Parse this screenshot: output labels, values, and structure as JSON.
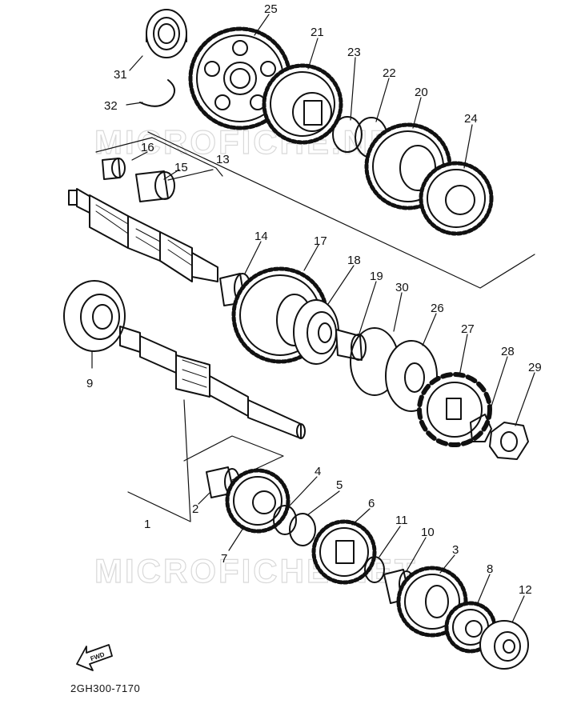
{
  "diagram": {
    "drawing_code": "2GH300-7170",
    "fwd_label": "FWD",
    "watermark": "MICROFICHE.NET",
    "callouts": [
      "1",
      "2",
      "3",
      "4",
      "5",
      "6",
      "7",
      "8",
      "9",
      "10",
      "11",
      "12",
      "13",
      "14",
      "15",
      "16",
      "17",
      "18",
      "19",
      "20",
      "21",
      "22",
      "23",
      "24",
      "25",
      "26",
      "27",
      "28",
      "29",
      "30",
      "31",
      "32"
    ],
    "parts": [
      {
        "key": "1",
        "desc": "main-axle-assembly"
      },
      {
        "key": "2",
        "desc": "bearing-bushing"
      },
      {
        "key": "3",
        "desc": "gear"
      },
      {
        "key": "4",
        "desc": "circlip"
      },
      {
        "key": "5",
        "desc": "washer"
      },
      {
        "key": "6",
        "desc": "gear"
      },
      {
        "key": "7",
        "desc": "gear"
      },
      {
        "key": "8",
        "desc": "gear"
      },
      {
        "key": "9",
        "desc": "bearing"
      },
      {
        "key": "10",
        "desc": "collar"
      },
      {
        "key": "11",
        "desc": "washer"
      },
      {
        "key": "12",
        "desc": "bearing"
      },
      {
        "key": "13",
        "desc": "drive-axle-assembly"
      },
      {
        "key": "14",
        "desc": "collar"
      },
      {
        "key": "15",
        "desc": "bushing"
      },
      {
        "key": "16",
        "desc": "bushing"
      },
      {
        "key": "17",
        "desc": "gear"
      },
      {
        "key": "18",
        "desc": "bearing"
      },
      {
        "key": "19",
        "desc": "collar"
      },
      {
        "key": "20",
        "desc": "gear"
      },
      {
        "key": "21",
        "desc": "gear"
      },
      {
        "key": "22",
        "desc": "washer"
      },
      {
        "key": "23",
        "desc": "circlip"
      },
      {
        "key": "24",
        "desc": "gear"
      },
      {
        "key": "25",
        "desc": "gear"
      },
      {
        "key": "26",
        "desc": "washer"
      },
      {
        "key": "27",
        "desc": "drive-sprocket"
      },
      {
        "key": "28",
        "desc": "lock-washer"
      },
      {
        "key": "29",
        "desc": "nut"
      },
      {
        "key": "30",
        "desc": "oil-seal"
      },
      {
        "key": "31",
        "desc": "bearing"
      },
      {
        "key": "32",
        "desc": "circlip"
      }
    ]
  },
  "colors": {
    "ink": "#111111",
    "paper": "#ffffff",
    "watermark": "#d9d9d9"
  }
}
